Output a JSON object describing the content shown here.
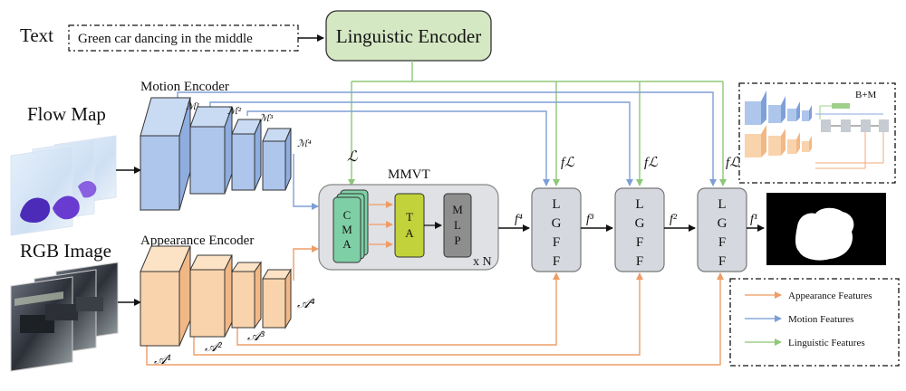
{
  "text_input": {
    "label": "Text",
    "prompt": "Green car dancing in the middle"
  },
  "linguistic_encoder": {
    "label": "Linguistic Encoder",
    "output_symbol": "ℒ"
  },
  "inputs": {
    "flow": "Flow Map",
    "rgb": "RGB Image"
  },
  "motion_encoder": {
    "label": "Motion Encoder",
    "features": [
      "ℳ¹",
      "ℳ²",
      "ℳ³",
      "ℳ⁴"
    ]
  },
  "appearance_encoder": {
    "label": "Appearance Encoder",
    "features": [
      "𝒜¹",
      "𝒜²",
      "𝒜³",
      "𝒜⁴"
    ]
  },
  "mmvt": {
    "title": "MMVT",
    "cma": [
      "C",
      "M",
      "A"
    ],
    "ta": [
      "T",
      "A"
    ],
    "mlp": [
      "M",
      "L",
      "P"
    ],
    "repeat": "x N"
  },
  "lgff": {
    "letters": [
      "L",
      "G",
      "F",
      "F"
    ],
    "f_text": "fℒ",
    "features": [
      "f⁴",
      "f³",
      "f²",
      "f¹"
    ]
  },
  "inset": {
    "label": "B+M"
  },
  "legend": [
    {
      "label": "Appearance  Features",
      "color": "#f2a878"
    },
    {
      "label": "Motion Features",
      "color": "#8aaadc"
    },
    {
      "label": "Linguistic Features",
      "color": "#9fd08a"
    }
  ],
  "colors": {
    "motion_fill": "#aec6ec",
    "appearance_fill": "#f9d3ab",
    "linguistic_fill": "#d5e8c4",
    "mmvt_fill": "#dfe1e5",
    "cma_fill": "#7fcfa6",
    "ta_fill": "#c2d23a",
    "mlp_fill": "#8e8e8e",
    "lgff_fill": "#d5d9df"
  }
}
